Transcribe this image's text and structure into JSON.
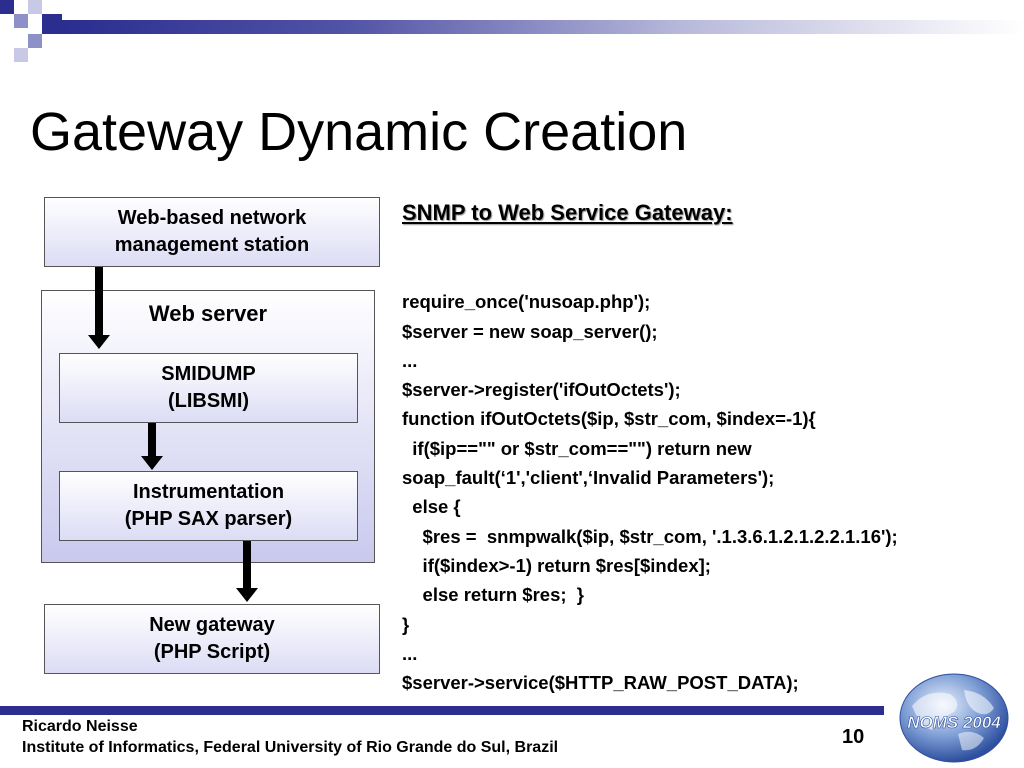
{
  "slide": {
    "title": "Gateway Dynamic Creation",
    "page_number": "10"
  },
  "diagram": {
    "station": {
      "line1": "Web-based network",
      "line2": "management station"
    },
    "web_server_label": "Web server",
    "smidump": {
      "line1": "SMIDUMP",
      "line2": "(LIBSMI)"
    },
    "instrumentation": {
      "line1": "Instrumentation",
      "line2": "(PHP SAX parser)"
    },
    "new_gateway": {
      "line1": "New gateway",
      "line2": "(PHP Script)"
    }
  },
  "code": {
    "heading": "SNMP to Web Service Gateway:",
    "lines": [
      "require_once('nusoap.php');",
      "$server = new soap_server();",
      "...",
      "$server->register('ifOutOctets');",
      "function ifOutOctets($ip, $str_com, $index=-1){",
      "  if($ip==\"\" or $str_com==\"\") return new",
      "soap_fault(‘1','client',‘Invalid Parameters');",
      "  else {",
      "    $res =  snmpwalk($ip, $str_com, '.1.3.6.1.2.1.2.2.1.16');",
      "    if($index>-1) return $res[$index];",
      "    else return $res;  }",
      "}",
      "...",
      "$server->service($HTTP_RAW_POST_DATA);"
    ]
  },
  "footer": {
    "author": "Ricardo Neisse",
    "institution": "Institute of Informatics, Federal University of Rio Grande do Sul, Brazil"
  },
  "logo": {
    "text": "NOMS 2004"
  },
  "colors": {
    "accent": "#2b2d8f",
    "box_fill": "#dcdcf5"
  }
}
